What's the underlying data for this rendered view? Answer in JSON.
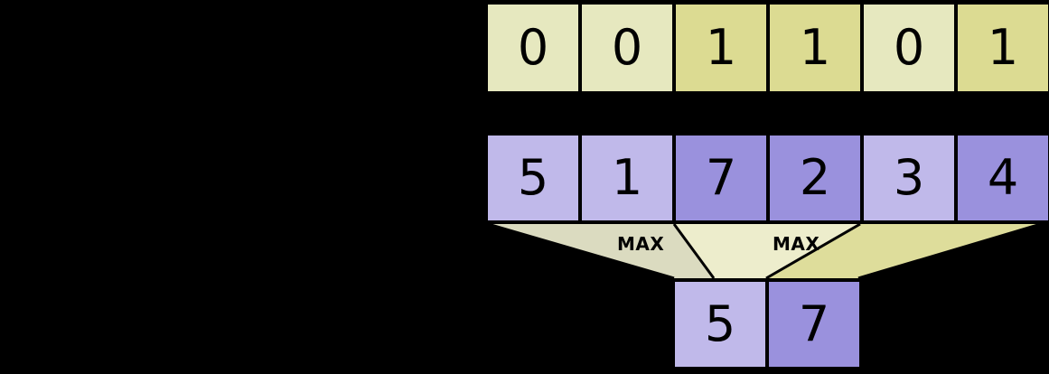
{
  "diagram": {
    "title": "max-pooling-with-binary-mask",
    "background_color": "#000000",
    "colors": {
      "mask_zero": "#e6e8bf",
      "mask_one": "#dcdb92",
      "value_low": "#c0b9ea",
      "value_high": "#9a91dd",
      "funnel_light": "#eeeed0",
      "funnel_dark": "#dedd9b",
      "outline": "#000000",
      "text": "#000000"
    },
    "rows": {
      "mask": {
        "name": "binary-mask-row",
        "cells": [
          {
            "value": "0",
            "highlighted": false
          },
          {
            "value": "0",
            "highlighted": false
          },
          {
            "value": "1",
            "highlighted": true
          },
          {
            "value": "1",
            "highlighted": true
          },
          {
            "value": "0",
            "highlighted": false
          },
          {
            "value": "1",
            "highlighted": true
          }
        ]
      },
      "values": {
        "name": "input-values-row",
        "cells": [
          {
            "value": "5",
            "highlighted": false
          },
          {
            "value": "1",
            "highlighted": false
          },
          {
            "value": "7",
            "highlighted": true
          },
          {
            "value": "2",
            "highlighted": true
          },
          {
            "value": "3",
            "highlighted": false
          },
          {
            "value": "4",
            "highlighted": true
          }
        ]
      },
      "pooled": {
        "name": "pooled-output-row",
        "cells": [
          {
            "value": "5",
            "highlighted": false
          },
          {
            "value": "7",
            "highlighted": true
          }
        ]
      }
    },
    "operations": [
      {
        "label": "MAX",
        "name": "max-operation-left"
      },
      {
        "label": "MAX",
        "name": "max-operation-right"
      }
    ]
  }
}
